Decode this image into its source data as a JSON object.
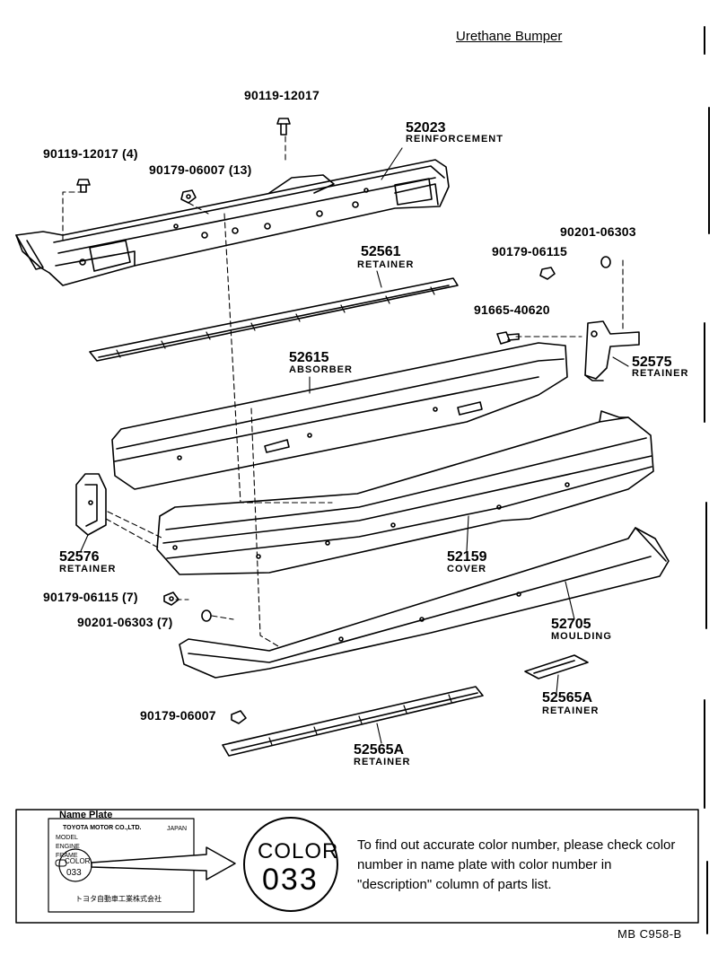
{
  "title": "Urethane Bumper",
  "parts": [
    {
      "number": "90119-12017",
      "name": ""
    },
    {
      "number": "52023",
      "name": "REINFORCEMENT"
    },
    {
      "number": "90119-12017 (4)",
      "name": ""
    },
    {
      "number": "90179-06007 (13)",
      "name": ""
    },
    {
      "number": "90201-06303",
      "name": ""
    },
    {
      "number": "52561",
      "name": "RETAINER"
    },
    {
      "number": "90179-06115",
      "name": ""
    },
    {
      "number": "91665-40620",
      "name": ""
    },
    {
      "number": "52615",
      "name": "ABSORBER"
    },
    {
      "number": "52575",
      "name": "RETAINER"
    },
    {
      "number": "52576",
      "name": "RETAINER"
    },
    {
      "number": "52159",
      "name": "COVER"
    },
    {
      "number": "90179-06115 (7)",
      "name": ""
    },
    {
      "number": "90201-06303 (7)",
      "name": ""
    },
    {
      "number": "52705",
      "name": "MOULDING"
    },
    {
      "number": "52565A",
      "name": "RETAINER"
    },
    {
      "number": "90179-06007",
      "name": ""
    },
    {
      "number": "52565A",
      "name": "RETAINER"
    }
  ],
  "name_plate": {
    "title": "Name Plate",
    "maker": "TOYOTA MOTOR CO.,LTD.",
    "country": "JAPAN",
    "fields": [
      "MODEL",
      "ENGINE",
      "FRAME"
    ],
    "color_label": "COLOR",
    "color_value": "033",
    "bottom_text": "トヨタ自動車工業株式会社"
  },
  "color_callout": {
    "word": "COLOR",
    "number": "033"
  },
  "note": "To find out accurate color number, please check color number in name plate with color number in \"description\" column of parts list.",
  "footer_code": "MB  C958-B"
}
